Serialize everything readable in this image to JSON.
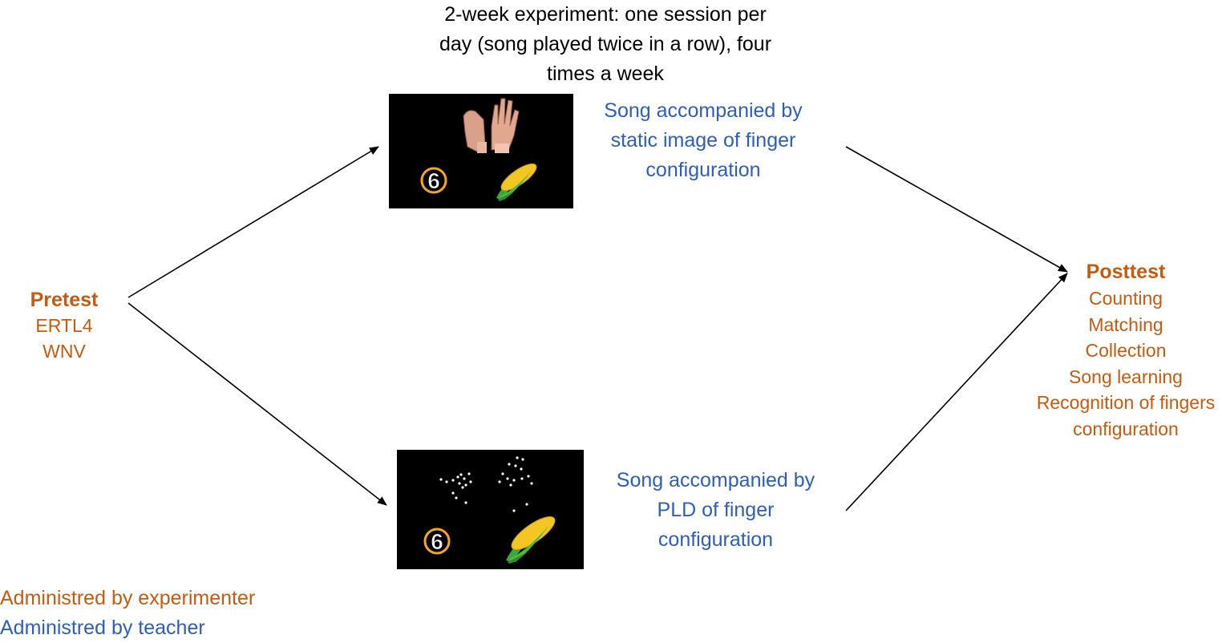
{
  "title": {
    "lines": [
      "2-week experiment: one session per",
      "day (song played twice in a row), four",
      "times a week"
    ]
  },
  "pretest": {
    "heading": "Pretest",
    "items": [
      "ERTL4",
      "WNV"
    ]
  },
  "posttest": {
    "heading": "Posttest",
    "items": [
      "Counting",
      "Matching",
      "Collection",
      "Song learning",
      "Recognition of fingers",
      "configuration"
    ]
  },
  "condition_static": {
    "lines": [
      "Song accompanied by",
      "static image of finger",
      "configuration"
    ],
    "panel_number": "6"
  },
  "condition_pld": {
    "lines": [
      "Song accompanied by",
      "PLD of finger",
      "configuration"
    ],
    "panel_number": "6"
  },
  "legend": {
    "experimenter": "Administred by experimenter",
    "teacher": "Administred by teacher"
  },
  "colors": {
    "experimenter": "#c55a11",
    "teacher": "#2e5eb8",
    "panel_background": "#000000",
    "number_badge": "#f5a623",
    "corn": "#f3c623"
  }
}
